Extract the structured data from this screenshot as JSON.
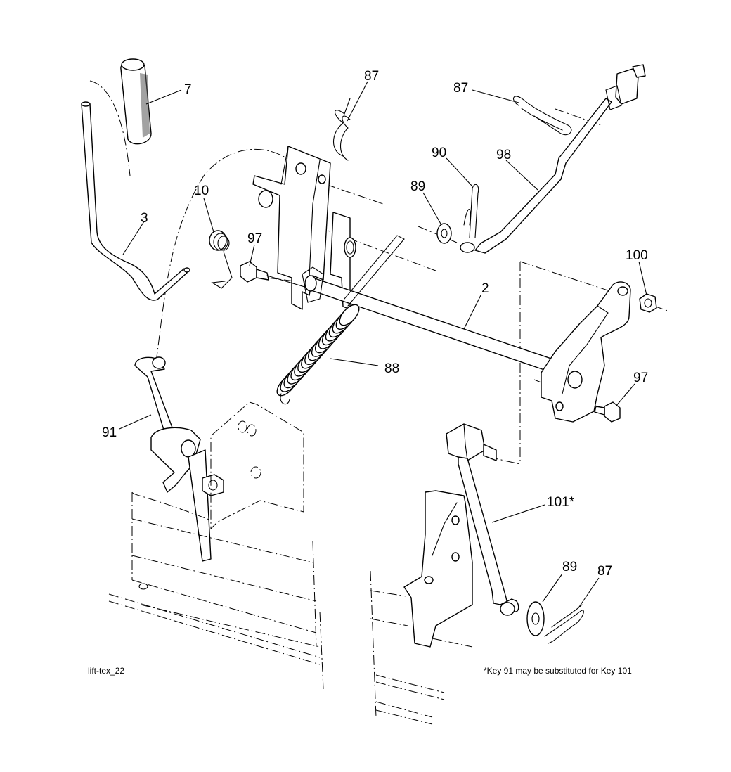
{
  "diagram": {
    "colors": {
      "line": "#000000",
      "background": "#ffffff",
      "fill": "#ffffff",
      "grip_shade": "#555555"
    },
    "callouts": [
      {
        "id": "c-7",
        "text": "7"
      },
      {
        "id": "c-87a",
        "text": "87"
      },
      {
        "id": "c-87b",
        "text": "87"
      },
      {
        "id": "c-90",
        "text": "90"
      },
      {
        "id": "c-98",
        "text": "98"
      },
      {
        "id": "c-89a",
        "text": "89"
      },
      {
        "id": "c-10",
        "text": "10"
      },
      {
        "id": "c-3",
        "text": "3"
      },
      {
        "id": "c-97a",
        "text": "97"
      },
      {
        "id": "c-100",
        "text": "100"
      },
      {
        "id": "c-2",
        "text": "2"
      },
      {
        "id": "c-88",
        "text": "88"
      },
      {
        "id": "c-97b",
        "text": "97"
      },
      {
        "id": "c-91",
        "text": "91"
      },
      {
        "id": "c-101",
        "text": "101*"
      },
      {
        "id": "c-89b",
        "text": "89"
      },
      {
        "id": "c-87c",
        "text": "87"
      }
    ],
    "drawing_id": "lift-tex_22",
    "footnote": "*Key 91 may be substituted for Key 101"
  }
}
